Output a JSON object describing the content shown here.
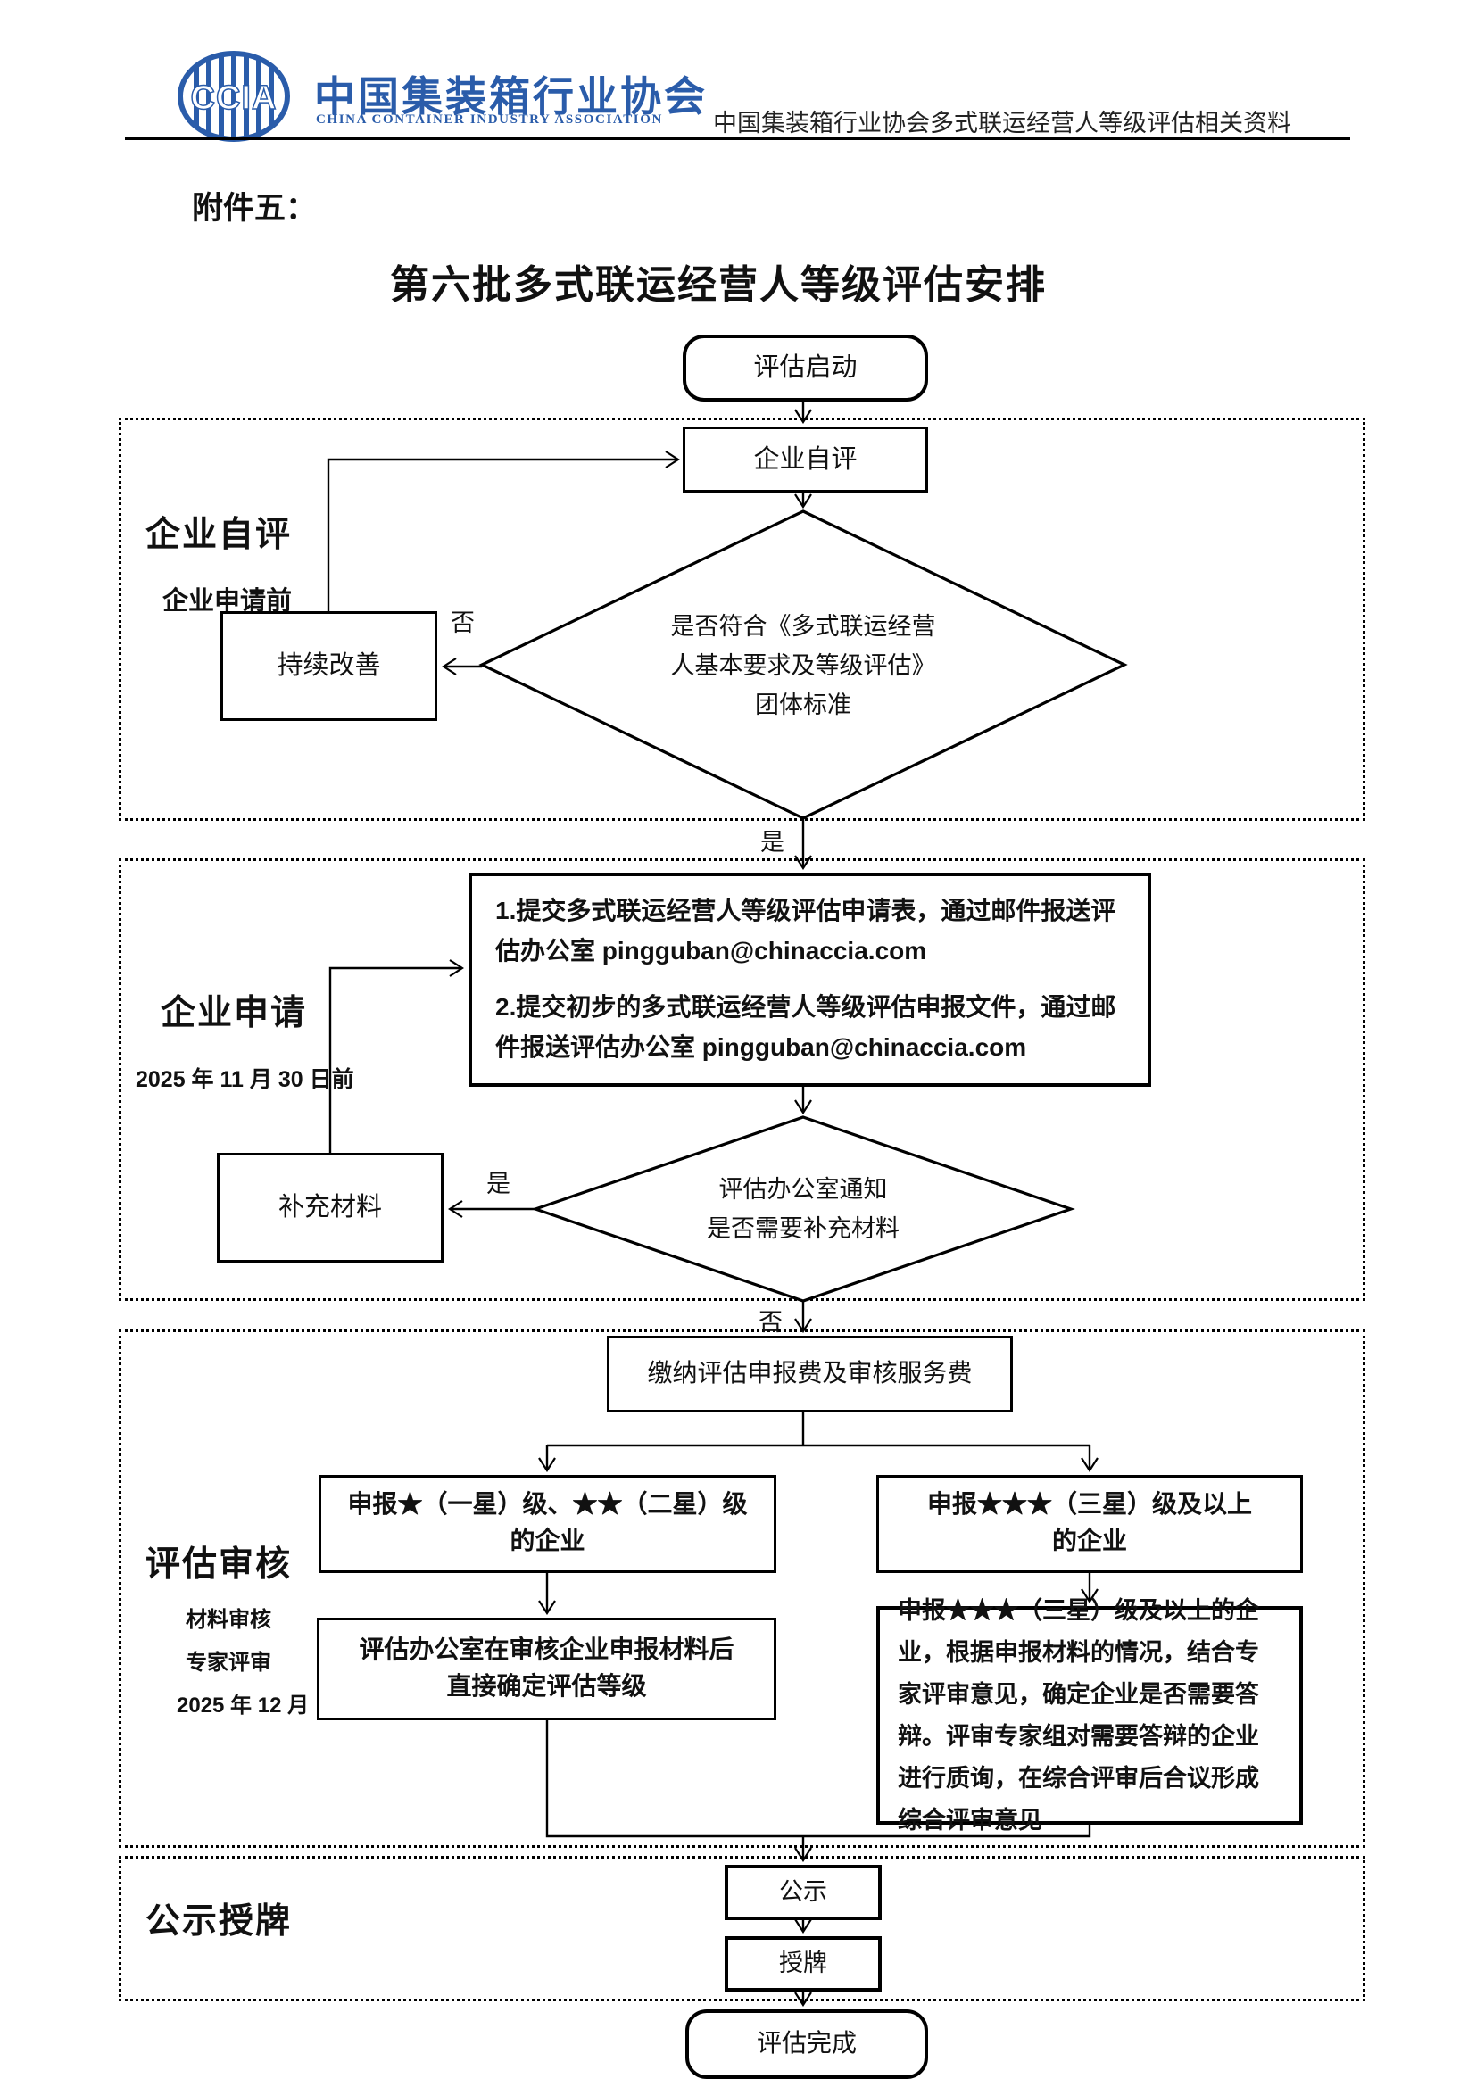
{
  "header": {
    "logo_acronym": "CCIA",
    "org_name_cn": "中国集装箱行业协会",
    "org_name_en": "CHINA CONTAINER INDUSTRY ASSOCIATION",
    "doc_ref": "中国集装箱行业协会多式联运经营人等级评估相关资料",
    "logo_blue": "#2a5caa"
  },
  "attachment_label": "附件五：",
  "title": "第六批多式联运经营人等级评估安排",
  "sections": {
    "self_eval": {
      "label": "企业自评",
      "sublabel": "企业申请前"
    },
    "apply": {
      "label": "企业申请",
      "sublabel": "2025 年 11 月 30 日前"
    },
    "review": {
      "label": "评估审核",
      "sublabels": [
        "材料审核",
        "专家评审",
        "2025 年 12 月"
      ]
    },
    "award": {
      "label": "公示授牌"
    }
  },
  "nodes": {
    "start": "评估启动",
    "self_eval": "企业自评",
    "standard_decision": [
      "是否符合《多式联运经营",
      "人基本要求及等级评估》",
      "团体标准"
    ],
    "improve": "持续改善",
    "apply_steps": [
      "1.提交多式联运经营人等级评估申请表，通过邮件报送评估办公室 pingguban@chinaccia.com",
      "2.提交初步的多式联运经营人等级评估申报文件，通过邮件报送评估办公室 pingguban@chinaccia.com"
    ],
    "supplement": "补充材料",
    "supplement_decision": [
      "评估办公室通知",
      "是否需要补充材料"
    ],
    "pay_fee": "缴纳评估申报费及审核服务费",
    "branch_low": [
      "申报★（一星）级、★★（二星）级",
      "的企业"
    ],
    "branch_high": [
      "申报★★★（三星）级及以上",
      "的企业"
    ],
    "low_result": [
      "评估办公室在审核企业申报材料后",
      "直接确定评估等级"
    ],
    "high_result": "申报★★★（三星）级及以上的企业，根据申报材料的情况，结合专家评审意见，确定企业是否需要答辩。评审专家组对需要答辩的企业进行质询，在综合评审后合议形成综合评审意见",
    "publicity": "公示",
    "award_plaque": "授牌",
    "complete": "评估完成"
  },
  "edge_labels": {
    "no_standard": "否",
    "yes_standard": "是",
    "yes_supplement": "是",
    "no_supplement": "否"
  }
}
